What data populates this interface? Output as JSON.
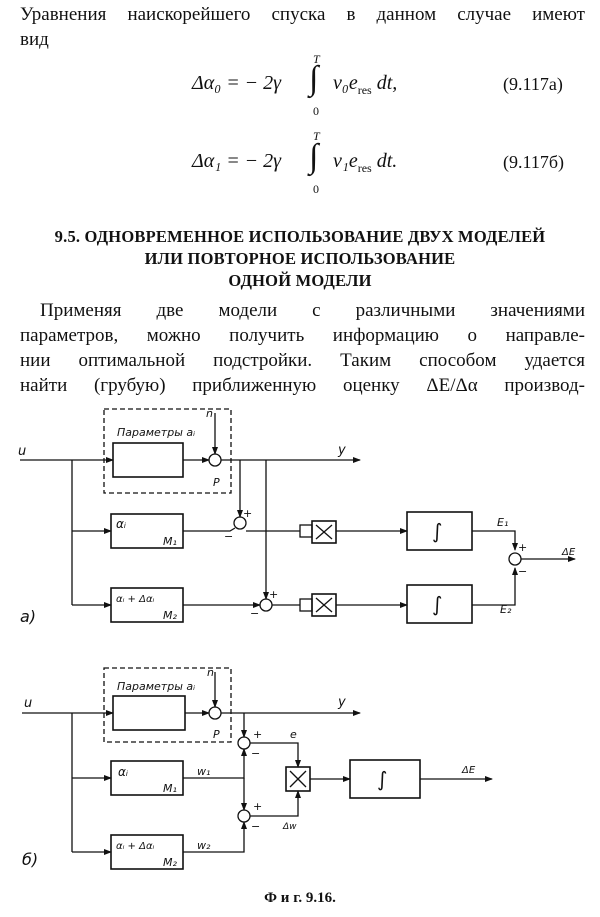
{
  "intro": {
    "line1": "Уравнения наискорейшего спуска в данном случае имеют",
    "line2": "вид"
  },
  "equations": [
    {
      "lhs": "Δα₀ = − 2γ",
      "integrand": "v₀e",
      "sub": "res",
      "tail": "dt,",
      "upper": "T",
      "lower": "0",
      "number": "(9.117а)"
    },
    {
      "lhs": "Δα₁ = − 2γ",
      "integrand": "v₁e",
      "sub": "res",
      "tail": "dt.",
      "upper": "T",
      "lower": "0",
      "number": "(9.117б)"
    }
  ],
  "section": {
    "line1": "9.5. ОДНОВРЕМЕННОЕ ИСПОЛЬЗОВАНИЕ ДВУХ МОДЕЛЕЙ",
    "line2": "ИЛИ ПОВТОРНОЕ ИСПОЛЬЗОВАНИЕ",
    "line3": "ОДНОЙ МОДЕЛИ"
  },
  "body": [
    "Применяя две модели с различными значениями",
    "параметров, можно получить информацию о направле-",
    "нии оптимальной подстройки. Таким способом удается",
    "найти (грубую) приближенную оценку ΔE/Δα производ-"
  ],
  "diagram_a": {
    "label": "а)",
    "u": "u",
    "y": "y",
    "n": "n",
    "p": "P",
    "params": "Параметры aᵢ",
    "m1": "αᵢ",
    "m1_name": "M₁",
    "m2": "αᵢ + Δαᵢ",
    "m2_name": "M₂",
    "e1": "E₁",
    "e2": "E₂",
    "out": "ΔE",
    "integrator": "∫",
    "mult": "×",
    "plus": "+",
    "minus": "−"
  },
  "diagram_b": {
    "label": "б)",
    "u": "u",
    "y": "y",
    "n": "n",
    "p": "P",
    "params": "Параметры aᵢ",
    "m1": "αᵢ",
    "m1_name": "M₁",
    "w1": "w₁",
    "m2": "αᵢ + Δαᵢ",
    "m2_name": "M₂",
    "w2": "w₂",
    "e": "e",
    "dw": "Δw",
    "out": "ΔE",
    "integrator": "∫",
    "mult": "×",
    "plus": "+",
    "minus": "−"
  },
  "caption": "Ф и г. 9.16."
}
